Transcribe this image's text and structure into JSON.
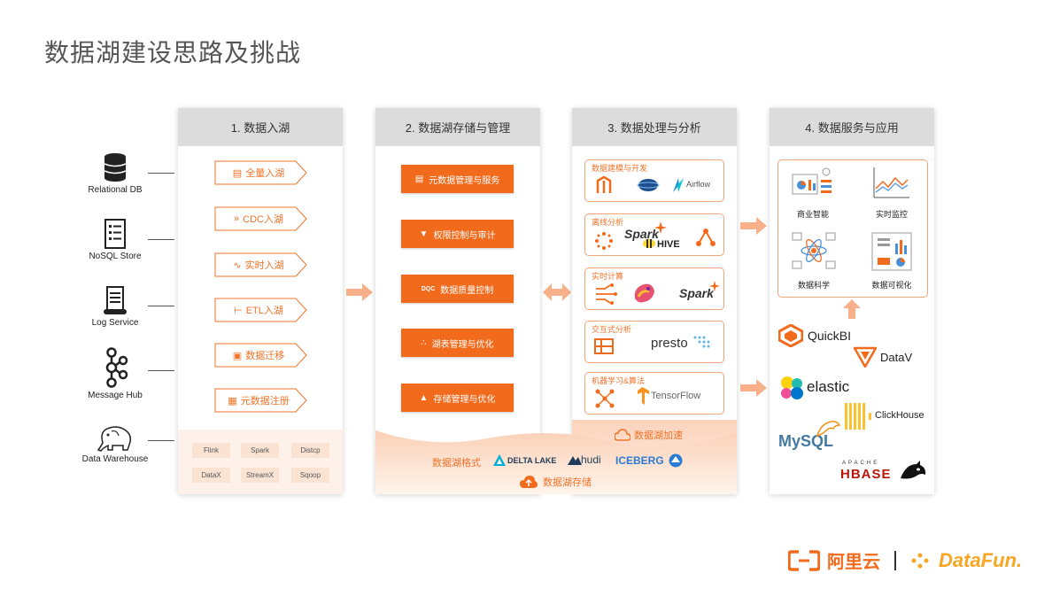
{
  "title": "数据湖建设思路及挑战",
  "sources": [
    {
      "label": "Relational DB",
      "icon": "database-icon"
    },
    {
      "label": "NoSQL Store",
      "icon": "document-list-icon"
    },
    {
      "label": "Log Service",
      "icon": "scroll-icon"
    },
    {
      "label": "Message Hub",
      "icon": "kafka-icon"
    },
    {
      "label": "Data Warehouse",
      "icon": "elephant-icon"
    }
  ],
  "col1": {
    "header": "1. 数据入湖",
    "items": [
      "全量入湖",
      "CDC入湖",
      "实时入湖",
      "ETL入湖",
      "数据迁移",
      "元数据注册"
    ],
    "tools": [
      "Flink",
      "Spark",
      "Distcp",
      "DataX",
      "StreamX",
      "Sqoop"
    ]
  },
  "col2": {
    "header": "2. 数据湖存储与管理",
    "items": [
      "元数据管理与服务",
      "权限控制与审计",
      "数据质量控制",
      "湖表管理与优化",
      "存储管理与优化"
    ],
    "dqc": "DQC"
  },
  "col3": {
    "header": "3. 数据处理与分析",
    "groups": [
      {
        "title": "数据建模与开发",
        "logos": [
          "Airflow"
        ]
      },
      {
        "title": "离线分析",
        "logos": [
          "Spark",
          "HIVE"
        ]
      },
      {
        "title": "实时计算",
        "logos": [
          "Spark"
        ]
      },
      {
        "title": "交互式分析",
        "logos": [
          "presto"
        ]
      },
      {
        "title": "机器学习&算法",
        "logos": [
          "TensorFlow"
        ]
      }
    ],
    "accel": "数据湖加速"
  },
  "bottom": {
    "format_label": "数据湖格式",
    "formats": [
      "DELTA LAKE",
      "hudi",
      "ICEBERG"
    ],
    "storage": "数据湖存储"
  },
  "col4": {
    "header": "4. 数据服务与应用",
    "apps": [
      "商业智能",
      "实时监控",
      "数据科学",
      "数据可视化"
    ],
    "products": [
      "QuickBI",
      "DataV",
      "elastic",
      "ClickHouse",
      "MySQL",
      "HBASE"
    ],
    "hbase_top": "APACHE"
  },
  "footer": {
    "brand1": "阿里云",
    "brand2": "DataFun."
  },
  "colors": {
    "accent": "#f26b1d",
    "accent_light": "#fbe3d4",
    "header_bg": "#dcdcdc"
  }
}
